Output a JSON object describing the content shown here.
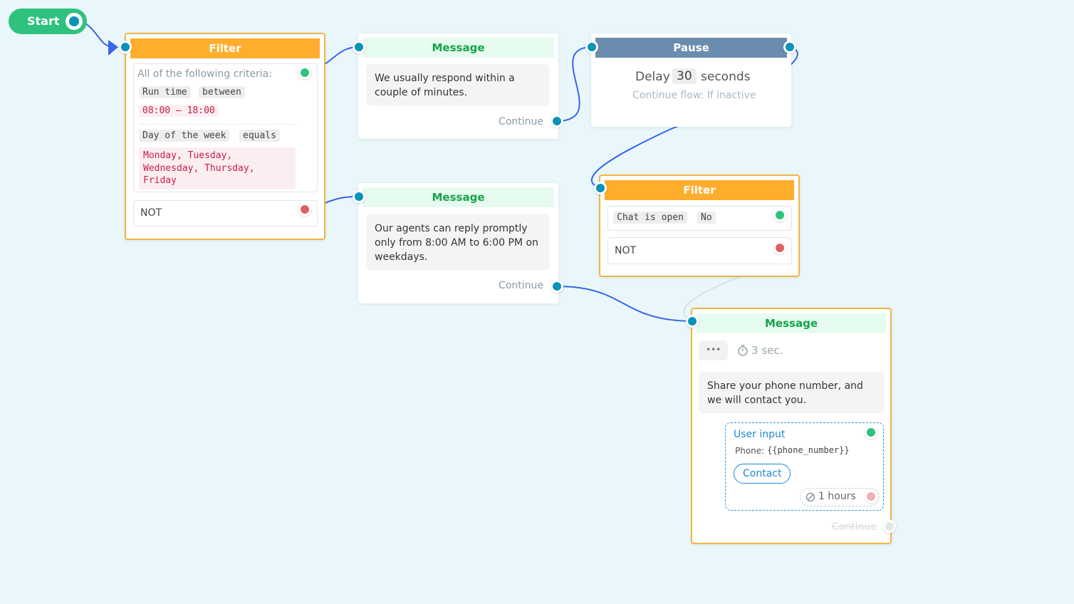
{
  "start": {
    "label": "Start"
  },
  "filter1": {
    "title": "Filter",
    "criteria_label": "All of the following criteria:",
    "c1_field": "Run time",
    "c1_op": "between",
    "c1_value": "08:00 — 18:00",
    "c2_field": "Day of the week",
    "c2_op": "equals",
    "c2_value": "Monday, Tuesday, Wednesday, Thursday, Friday",
    "not_label": "NOT"
  },
  "message1": {
    "title": "Message",
    "text": "We usually respond within a couple of minutes.",
    "continue": "Continue"
  },
  "message2": {
    "title": "Message",
    "text": "Our agents can reply promptly only from 8:00 AM to 6:00 PM on weekdays.",
    "continue": "Continue"
  },
  "pause": {
    "title": "Pause",
    "delay_label": "Delay",
    "delay_value": "30",
    "delay_unit": "seconds",
    "continue_flow": "Continue flow: If inactive"
  },
  "filter2": {
    "title": "Filter",
    "field": "Chat is open",
    "value": "No",
    "not_label": "NOT"
  },
  "message3": {
    "title": "Message",
    "typing": "•••",
    "delay": "3 sec.",
    "text": "Share your phone number, and we will contact you.",
    "input_title": "User input",
    "phone_label": "Phone:",
    "phone_var": "{{phone_number}}",
    "contact_button": "Contact",
    "timeout": "1 hours",
    "continue": "Continue"
  },
  "colors": {
    "accent_blue": "#0a93b8",
    "link": "#3a64e8",
    "filter_orange": "#ffad2d",
    "message_green": "#16a34a",
    "pause_blue": "#6a8caf",
    "success": "#2ec27e",
    "danger": "#dc6262",
    "selected_border": "#f2b545"
  }
}
